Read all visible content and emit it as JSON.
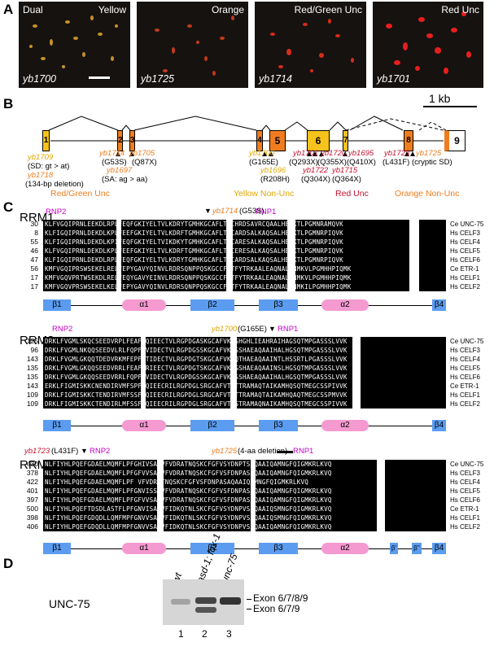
{
  "panels": {
    "A": "A",
    "B": "B",
    "C": "C",
    "D": "D"
  },
  "panelA": {
    "images": [
      {
        "tl": "Dual",
        "tr": "Yellow",
        "strain": "yb1700"
      },
      {
        "tl": "",
        "tr": "Orange",
        "strain": "yb1725"
      },
      {
        "tl": "",
        "tr": "Red/Green Unc",
        "strain": "yb1714"
      },
      {
        "tl": "",
        "tr": "Red Unc",
        "strain": "yb1701"
      }
    ]
  },
  "panelB": {
    "scale": "1 kb",
    "exons": [
      "1",
      "2",
      "3",
      "4",
      "5",
      "6",
      "7",
      "8",
      "9"
    ],
    "colors": {
      "yellow": "#f7c21b",
      "orange": "#ef7d1f",
      "red": "#e8001c",
      "redunc": "#c8102e"
    },
    "mutations": [
      {
        "name": "yb1709",
        "sub": "(SD: gt > at)"
      },
      {
        "name": "yb1718",
        "sub": "(134-bp deletion)"
      },
      {
        "name": "yb1714",
        "sub": "(G53S)"
      },
      {
        "name": "yb1705",
        "sub": "(Q87X)"
      },
      {
        "name": "yb1697",
        "sub": "(SA: ag > aa)"
      },
      {
        "name": "yb1700",
        "sub": "(G165E)"
      },
      {
        "name": "yb1696",
        "sub": "(R208H)"
      },
      {
        "name": "yb1701",
        "sub": "(Q293X)"
      },
      {
        "name": "yb1720",
        "sub": "(Q355X)"
      },
      {
        "name": "yb1695",
        "sub": "(Q410X)"
      },
      {
        "name": "yb1722",
        "sub": "(Q304X)"
      },
      {
        "name": "yb1715",
        "sub": "(Q364X)"
      },
      {
        "name": "yb1723",
        "sub": "(L431F)"
      },
      {
        "name": "yb1725",
        "sub": "(cryptic SD)"
      }
    ],
    "categories": [
      "Red/Green Unc",
      "Yellow Non-Unc",
      "Red Unc",
      "Orange Non-Unc"
    ]
  },
  "panelC": {
    "rrm1": {
      "title": "RRM1",
      "motifs": [
        "RNP2",
        "RNP1"
      ],
      "mutation": {
        "name": "yb1714",
        "change": "(G53S)"
      },
      "rows": [
        {
          "num": "30",
          "seq": "KLFVGQIPRNLEEKDLRPLFEQFGKIYELTVLKDRYTGMHKGCAFLTYCHRDSAVRCQAALHEQKTLPGMNRAMQVK",
          "species": "Ce UNC-75"
        },
        {
          "num": "8",
          "seq": "KLFIGQIPRNLDEKDLKPLFEEFGKIYELTVLKDRFTGMHKGCAFLTYCARDSALKAQSALHEQKTLPGMNRPIQVK",
          "species": "Hs CELF3"
        },
        {
          "num": "55",
          "seq": "KLFIGQIPRNLDEKDLKPIFEQFGKIYELTVIKDKYTGMHKGCAFLTYCARESALKAQSALHEQKTLPGMNRPIQVK",
          "species": "Hs CELF4"
        },
        {
          "num": "46",
          "seq": "KLFVGQIPRNLDEKDLKPLFEEFGKIYELTVLKDRFTGMHKGCAFLTYCERESALKAQSALHEQKTLPGMNRPIQVK",
          "species": "Hs CELF5"
        },
        {
          "num": "47",
          "seq": "KLFIGQIPRNLDEKDLRPLFEQFGKIYELTVLKDRYTGMHKGCAFLTYCARDSALKAQSALHEQKTLPGMNRPIQVK",
          "species": "Hs CELF6"
        },
        {
          "num": "56",
          "seq": "KMFVGQIPRSWSEKELRELFEPYGAVYQINVLRDRSQNPPQSKGCCFVTFYTRKAALEAQNALHNMKVLPGMHHPIQMK",
          "species": "Ce ETR-1"
        },
        {
          "num": "17",
          "seq": "KMFVGQVPRTWSEKDLRELFEQYGAVYEINVLRDRSQNPPQSKGCCFVTFYTRKAALEAQNALHNMKVLPGMHHPIQMK",
          "species": "Hs CELF1"
        },
        {
          "num": "17",
          "seq": "KMFVGQVPRSWSEKELKELFEPYGAVYQINVLRDRSQNPPQSKGCCFVTFYTRKAALEAQNALHNMKILPGMHHPIQMK",
          "species": "Hs CELF2"
        }
      ],
      "ss": [
        "β1",
        "α1",
        "β2",
        "β3",
        "α2",
        "β4"
      ]
    },
    "rrm2": {
      "title": "RRM2",
      "motifs": [
        "RNP2",
        "RNP1"
      ],
      "mutation": {
        "name": "yb1700",
        "change": "(G165E)"
      },
      "rows": [
        {
          "num": "125",
          "seq": "DRKLFVGMLSKQCSEEDVRPLFEAFGQIEECTVLRGPDGASKGCAFVKYSHGHLIEAHRAIHAGSQTMPGASSSLVVK",
          "species": "Ce UNC-75"
        },
        {
          "num": "96",
          "seq": "DRKLFVGMLNKQQSEEDVLRLFQPFGVIDECTVLRGPDGSSKGCAFVKFSSHAEAQAAIHALHGSQTMPGASSSLVVK",
          "species": "Hs CELF3"
        },
        {
          "num": "143",
          "seq": "DRKLFVGMLGKQQTDEDVRKMFEPFGTIDECTVLRGPDGTSKGCAFVKFQTHAEAQAAINTLHSSRTLPGASSSLVVK",
          "species": "Hs CELF4"
        },
        {
          "num": "135",
          "seq": "DRKLFVGMLGKQQSEEDVRRLFEAFGRIEECTVLRGPDGTSKGCAFVKFGSHAEAQAAINSLHGSQTMPGASSSLVVK",
          "species": "Hs CELF5"
        },
        {
          "num": "135",
          "seq": "DRKLFVGMLGKQQSEEDVRRLFQPFGVIDECTVLRGPDGSSKGCAFVKFSSHAEAQAAIHALHGSQTMPGASSSLVVK",
          "species": "Hs CELF6"
        },
        {
          "num": "143",
          "seq": "ERKLFIGMISKKCNENDIRVMFSPFGQIEECRILRGPDGLSRGCAFVTFTTRAMAQTAIKAMHQSQTMEGCSSPIVVK",
          "species": "Ce ETR-1"
        },
        {
          "num": "109",
          "seq": "DRKLFIGMISKKCTENDIRVMFSSFGQIEECRILRGPDGLSRGCAFVTFTTRAMAQTAIKAMHQAQTMEGCSSPMVVK",
          "species": "Hs CELF1"
        },
        {
          "num": "109",
          "seq": "DRKLFIGMISKKCTENDIRLMFSSFGQIEECRILRGPDGLSRGCAFVTFSTRAMAQNAIKAMHQSQTMEGCSSPIVVK",
          "species": "Hs CELF2"
        }
      ],
      "ss": [
        "β1",
        "α1",
        "β2",
        "β3",
        "α2",
        "β4"
      ]
    },
    "rrm3": {
      "title": "RRM3",
      "motifs": [
        "RNP2",
        "RNP1"
      ],
      "mutation1": {
        "name": "yb1723",
        "change": "(L431F)"
      },
      "mutation2": {
        "name": "yb1725",
        "change": "(4-aa deletion)"
      },
      "rows": [
        {
          "num": "430",
          "seq": "NLFIYHLPQEFGDAELMQMFLPFGHIVSAKVFVDRATNQSKCFGFVSYDNPTSAQAAIQAMNGFQIGMKRLKVQ",
          "species": "Ce UNC-75"
        },
        {
          "num": "378",
          "seq": "NLFIYHLPQEFGDAELMQMFLPFGFVVSAKVFVDRATNQSKCFGFVSFDNPASAQAAIQAMNGFQIGMKRLKVQ",
          "species": "Hs CELF3"
        },
        {
          "num": "422",
          "seq": "NLFIYHLPQEFGDAELMQMFLPF    VFVDRATNQSKCFGFVSFDNPASAQAAIQAMNGFQIGMKRLKVQ",
          "species": "Hs CELF4"
        },
        {
          "num": "401",
          "seq": "NLFIYHLPQEFGDAELMQMFLPFGNVISSKVFVDRATNQSKCFGFVSFDNPASAQAAIQAMNGFQIGMKRLKVQ",
          "species": "Hs CELF5"
        },
        {
          "num": "397",
          "seq": "NLFIYHLPQEFGDAELMQMFLPFGFVVSAKVFVDRATNQSKCFGFVSFDNPASAQAAIQAMNGFQIGMKRLKVQ",
          "species": "Hs CELF6"
        },
        {
          "num": "500",
          "seq": "NLFIYHLPQEFTDSDLASTFLPFGNVISAKVFIDKQTNLSKCFGFVSYDNPVSAQAAIQSMNGFQIGMKRLKVQ",
          "species": "Ce ETR-1"
        },
        {
          "num": "398",
          "seq": "NLFIYHLPQEFGDQDLLQMFMPFGNVVSAKVFIDKQTNLSKCFGFVSYDNPVSAQAAIQSMNGFQIGMKRLKVQ",
          "species": "Hs CELF1"
        },
        {
          "num": "406",
          "seq": "NLFIYHLPQEFGDQDLLQMFMPFGNVVSAKVFIDKQTNLSKCFGFVSYDNPVSAQAAIQAMNGFQIGMKRLKVQ",
          "species": "Hs CELF2"
        }
      ],
      "ss": [
        "β1",
        "α1",
        "β2",
        "β3",
        "α2",
        "β'",
        "β''",
        "β4"
      ]
    }
  },
  "panelD": {
    "protein": "UNC-75",
    "lanes": [
      "wt",
      "asd-1; fox-1",
      "unc-75"
    ],
    "lane_numbers": [
      "1",
      "2",
      "3"
    ],
    "band_labels": [
      "Exon 6/7/8/9",
      "Exon 6/7/9"
    ]
  }
}
